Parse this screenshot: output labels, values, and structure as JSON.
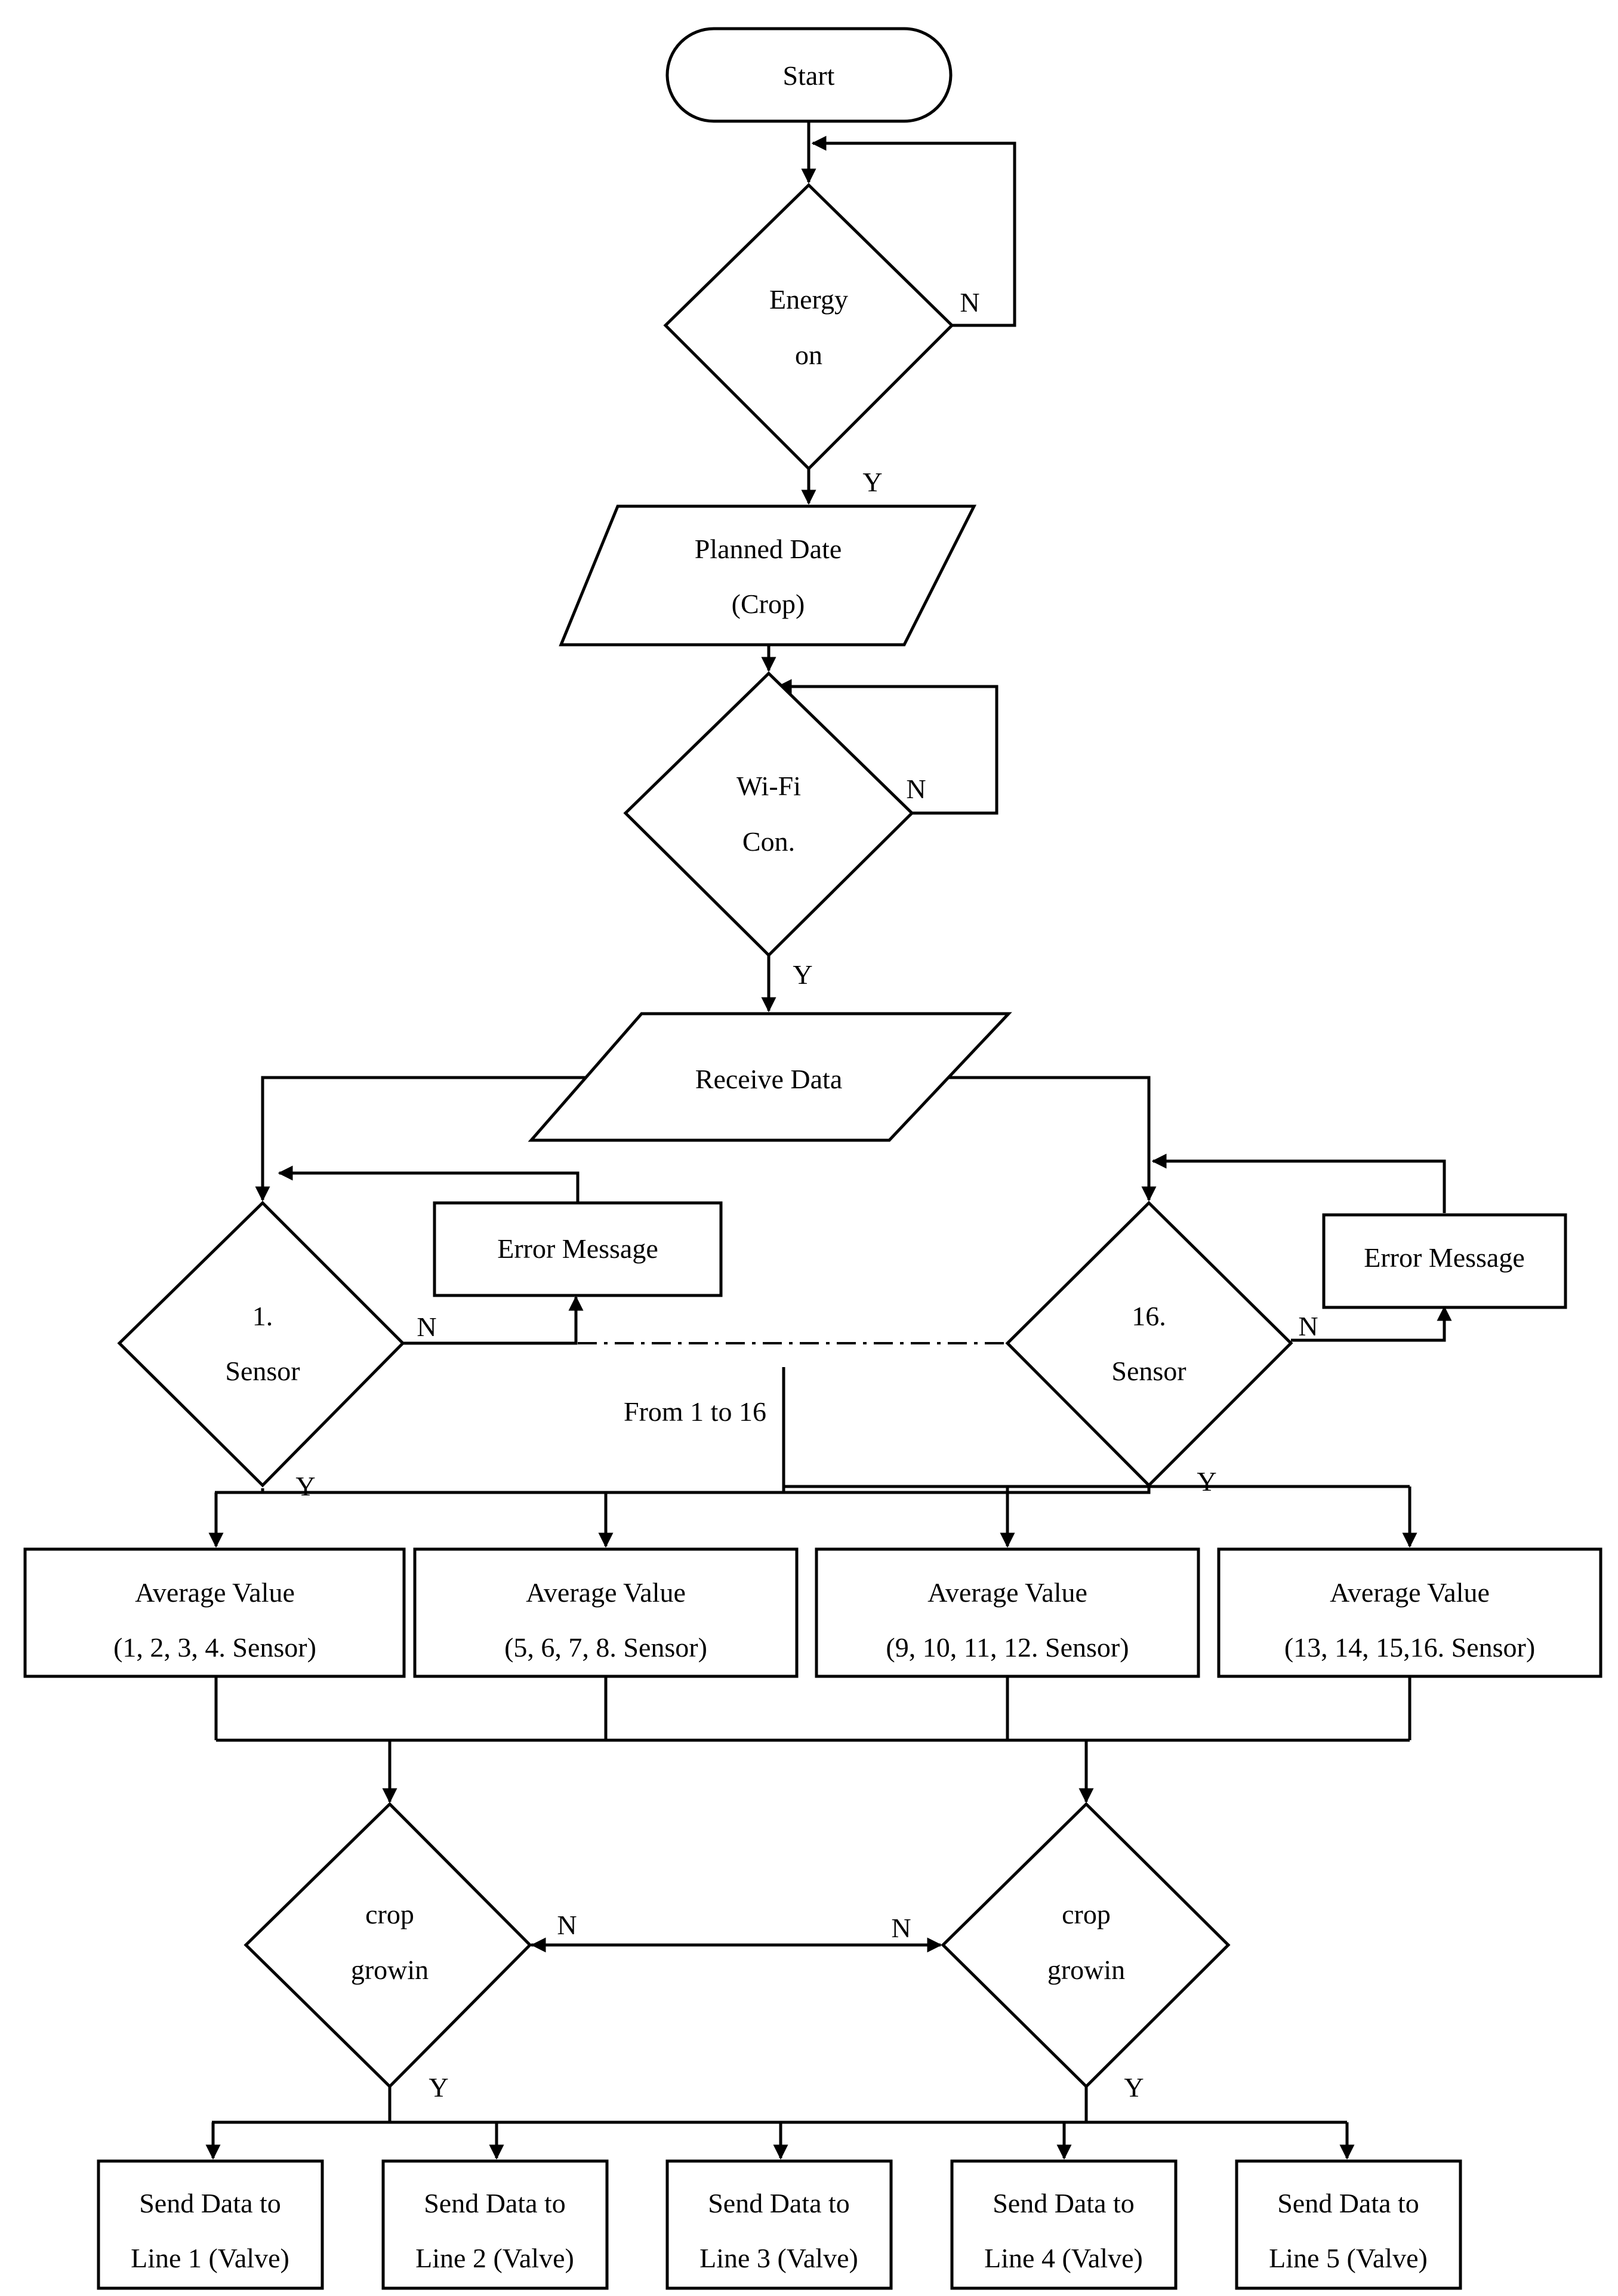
{
  "start": "Start",
  "energy": {
    "line1": "Energy",
    "line2": "on",
    "no": "N",
    "yes": "Y"
  },
  "planned": {
    "line1": "Planned Date",
    "line2": "(Crop)"
  },
  "wifi": {
    "line1": "Wi-Fi",
    "line2": "Con.",
    "no": "N",
    "yes": "Y"
  },
  "receive": "Receive Data",
  "sensor_first": {
    "line1": "1.",
    "line2": "Sensor",
    "no": "N",
    "yes": "Y"
  },
  "sensor_last": {
    "line1": "16.",
    "line2": "Sensor",
    "no": "N",
    "yes": "Y"
  },
  "error_left": "Error Message",
  "error_right": "Error Message",
  "range_note": "From 1 to 16",
  "averages": [
    {
      "line1": "Average Value",
      "line2": "(1, 2, 3, 4. Sensor)"
    },
    {
      "line1": "Average Value",
      "line2": "(5, 6, 7, 8. Sensor)"
    },
    {
      "line1": "Average Value",
      "line2": "(9, 10, 11, 12. Sensor)"
    },
    {
      "line1": "Average Value",
      "line2": "(13, 14, 15,16. Sensor)"
    }
  ],
  "crop_left": {
    "line1": "crop",
    "line2": "growin",
    "no": "N",
    "yes": "Y"
  },
  "crop_right": {
    "line1": "crop",
    "line2": "growin",
    "no": "N",
    "yes": "Y"
  },
  "send": [
    {
      "line1": "Send Data to",
      "line2": "Line 1 (Valve)"
    },
    {
      "line1": "Send Data to",
      "line2": "Line 2 (Valve)"
    },
    {
      "line1": "Send Data to",
      "line2": "Line 3 (Valve)"
    },
    {
      "line1": "Send Data to",
      "line2": "Line 4 (Valve)"
    },
    {
      "line1": "Send Data to",
      "line2": "Line 5 (Valve)"
    }
  ]
}
